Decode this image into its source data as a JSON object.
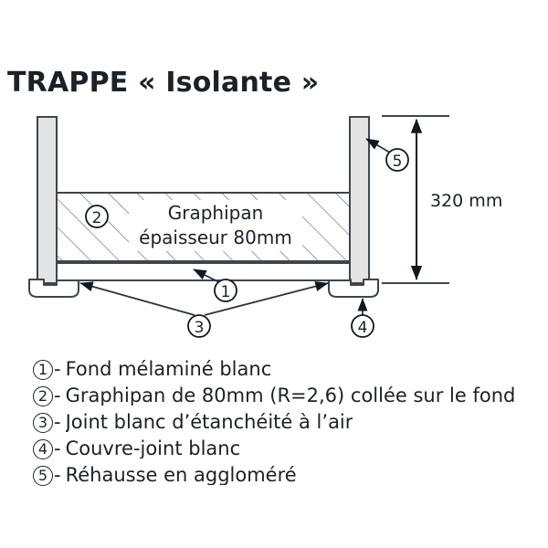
{
  "title": "TRAPPE « Isolante »",
  "drawing": {
    "panel_label_line1": "Graphipan",
    "panel_label_line2": "épaisseur 80mm",
    "dimension_label": "320 mm",
    "callouts": [
      {
        "id": "1",
        "label": "1"
      },
      {
        "id": "2",
        "label": "2"
      },
      {
        "id": "3",
        "label": "3"
      },
      {
        "id": "4",
        "label": "4"
      },
      {
        "id": "5",
        "label": "5"
      }
    ],
    "colors": {
      "line": "#3d464e",
      "post_fill": "#e4e4e4",
      "panel_fill": "#ffffff",
      "hatch": "#6d757c",
      "text": "#1b2127"
    }
  },
  "legend": {
    "items": [
      {
        "num": "1",
        "dash": "-",
        "text": "Fond mélaminé blanc"
      },
      {
        "num": "2",
        "dash": "-",
        "text": "Graphipan de 80mm (R=2,6) collée sur le fond"
      },
      {
        "num": "3",
        "dash": "-",
        "text": "Joint blanc d’étanchéité à l’air"
      },
      {
        "num": "4",
        "dash": "-",
        "text": "Couvre-joint blanc"
      },
      {
        "num": "5",
        "dash": "-",
        "text": "Réhausse en aggloméré"
      }
    ]
  }
}
